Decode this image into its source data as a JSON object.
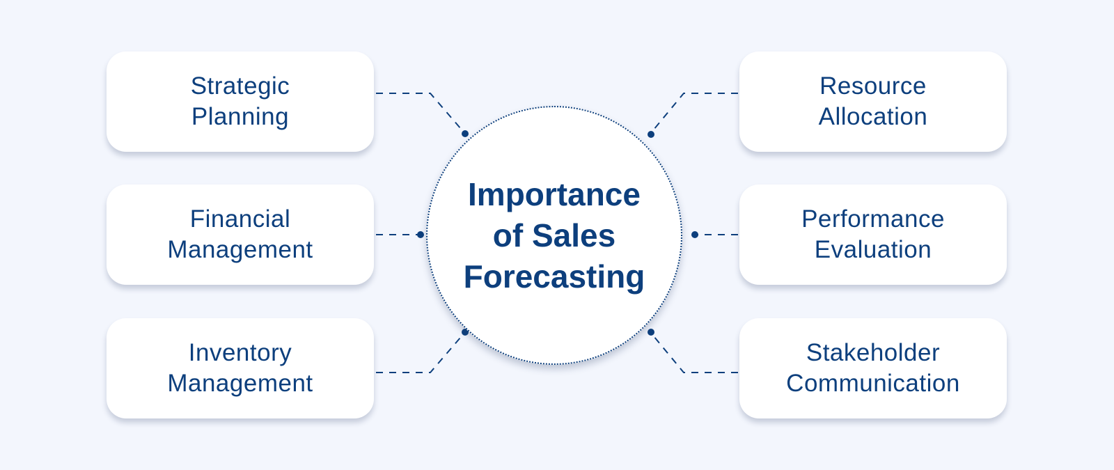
{
  "center": {
    "lines": [
      "Importance",
      "of Sales",
      "Forecasting"
    ]
  },
  "left_items": [
    {
      "lines": [
        "Strategic",
        "Planning"
      ]
    },
    {
      "lines": [
        "Financial",
        "Management"
      ]
    },
    {
      "lines": [
        "Inventory",
        "Management"
      ]
    }
  ],
  "right_items": [
    {
      "lines": [
        "Resource",
        "Allocation"
      ]
    },
    {
      "lines": [
        "Performance",
        "Evaluation"
      ]
    },
    {
      "lines": [
        "Stakeholder",
        "Communication"
      ]
    }
  ],
  "colors": {
    "background": "#f3f6fd",
    "accent": "#0d3f7d",
    "card": "#ffffff"
  }
}
